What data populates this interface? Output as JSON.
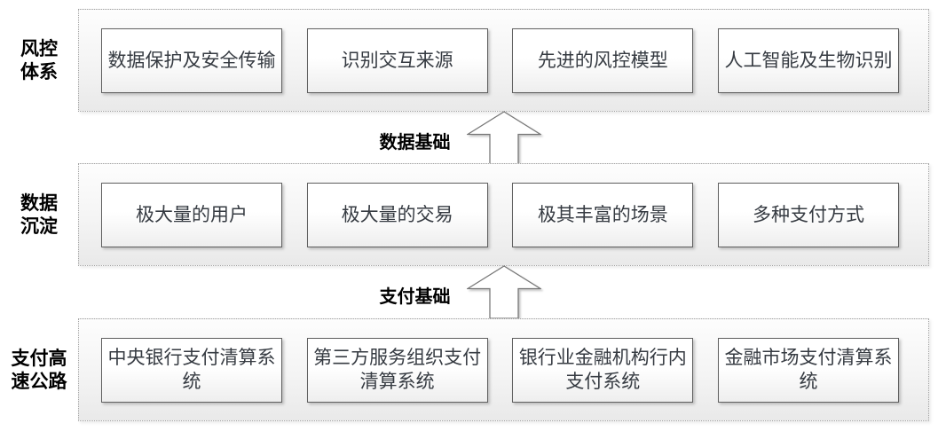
{
  "diagram": {
    "layers": [
      {
        "label_lines": [
          "风控",
          "体系"
        ],
        "boxes": [
          "数据保护及安全传输",
          "识别交互来源",
          "先进的风控模型",
          "人工智能及生物识别"
        ]
      },
      {
        "label_lines": [
          "数据",
          "沉淀"
        ],
        "boxes": [
          "极大量的用户",
          "极大量的交易",
          "极其丰富的场景",
          "多种支付方式"
        ]
      },
      {
        "label_lines": [
          "支付高",
          "速公路"
        ],
        "boxes": [
          "中央银行支付清算系统",
          "第三方服务组织支付清算系统",
          "银行业金融机构行内支付系统",
          "金融市场支付清算系统"
        ]
      }
    ],
    "connectors": [
      {
        "label": "数据基础"
      },
      {
        "label": "支付基础"
      }
    ],
    "colors": {
      "band_border": "#a3a3a3",
      "box_border": "#606060",
      "box_text": "#363b42",
      "label_text": "#000000",
      "arrow_stroke": "#787878",
      "arrow_fill": "#ffffff"
    }
  }
}
